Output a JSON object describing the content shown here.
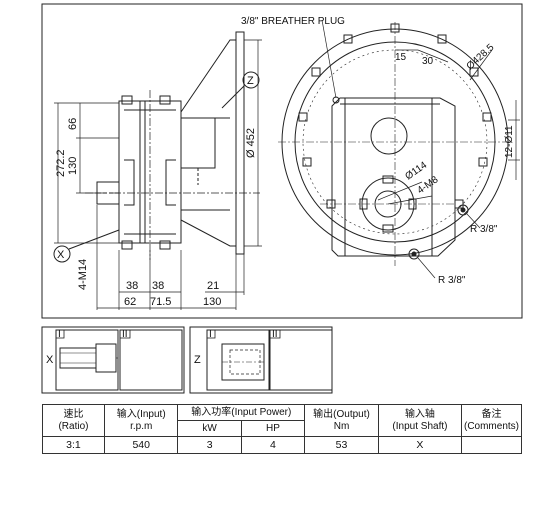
{
  "drawing": {
    "labels": {
      "breather": "3/8\" BREATHER PLUG",
      "d452": "Ø 452",
      "d428": "Ø428.5",
      "d114": "Ø114",
      "m8": "4-M8",
      "bolt12": "12-Ø11",
      "r38a": "R 3/8\"",
      "r38b": "R 3/8\"",
      "deg15": "15",
      "deg30": "30",
      "h2722": "272.2",
      "h66": "66",
      "h130": "130",
      "m14": "4-M14",
      "x": "X",
      "z": "Z",
      "w38a": "38",
      "w38b": "38",
      "w21": "21",
      "w62": "62",
      "w715": "71.5",
      "w130": "130"
    }
  },
  "panels": {
    "x": {
      "letter": "X",
      "tag1": "I",
      "tag2": "II"
    },
    "z": {
      "letter": "Z",
      "tag1": "I",
      "tag2": "II"
    }
  },
  "table": {
    "headers": {
      "ratio": "速比\n(Ratio)",
      "input": "输入(Input)\nr.p.m",
      "power": "输入功率(Input Power)",
      "kw": "kW",
      "hp": "HP",
      "output": "输出(Output)\nNm",
      "shaft": "输入轴\n(Input Shaft)",
      "comments": "备注\n(Comments)"
    },
    "rows": [
      {
        "ratio": "3:1",
        "rpm": "540",
        "kw": "3",
        "hp": "4",
        "nm": "53",
        "shaft": "X",
        "comments": ""
      }
    ]
  }
}
